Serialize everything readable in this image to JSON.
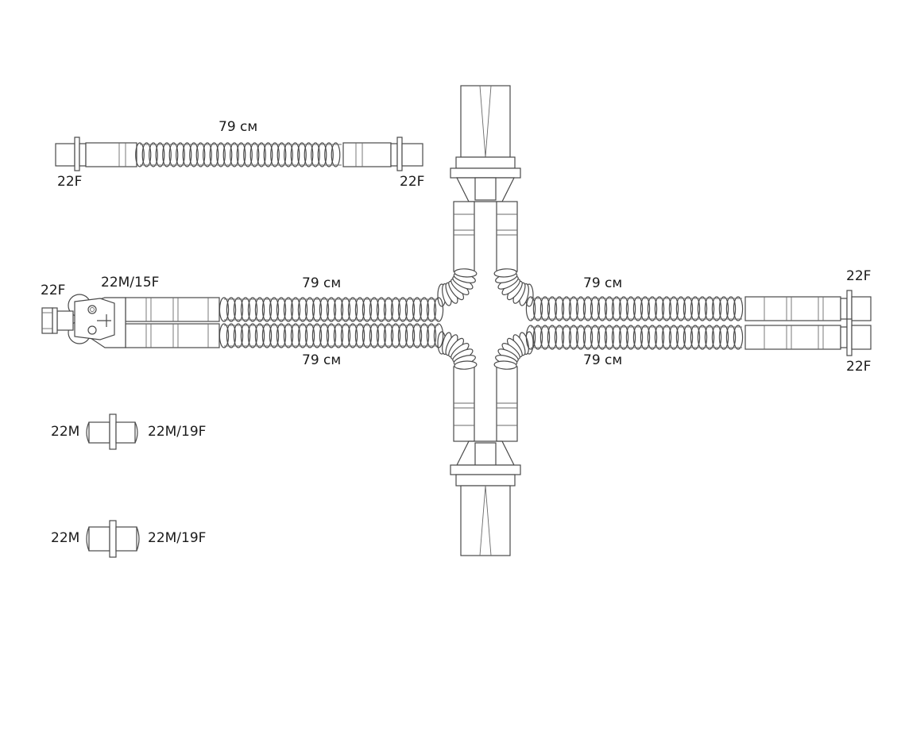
{
  "labels": {
    "top_tube_length": "79 см",
    "top_tube_left_end": "22F",
    "top_tube_right_end": "22F",
    "circuit_left_end": "22F",
    "circuit_y_piece": "22M/15F",
    "upper_left_limb_length": "79 см",
    "lower_left_limb_length": "79 см",
    "upper_right_limb_length": "79 см",
    "lower_right_limb_length": "79 см",
    "upper_right_end": "22F",
    "lower_right_end": "22F",
    "adapter1_left": "22M",
    "adapter1_right": "22M/19F",
    "adapter2_left": "22M",
    "adapter2_right": "22M/19F"
  }
}
